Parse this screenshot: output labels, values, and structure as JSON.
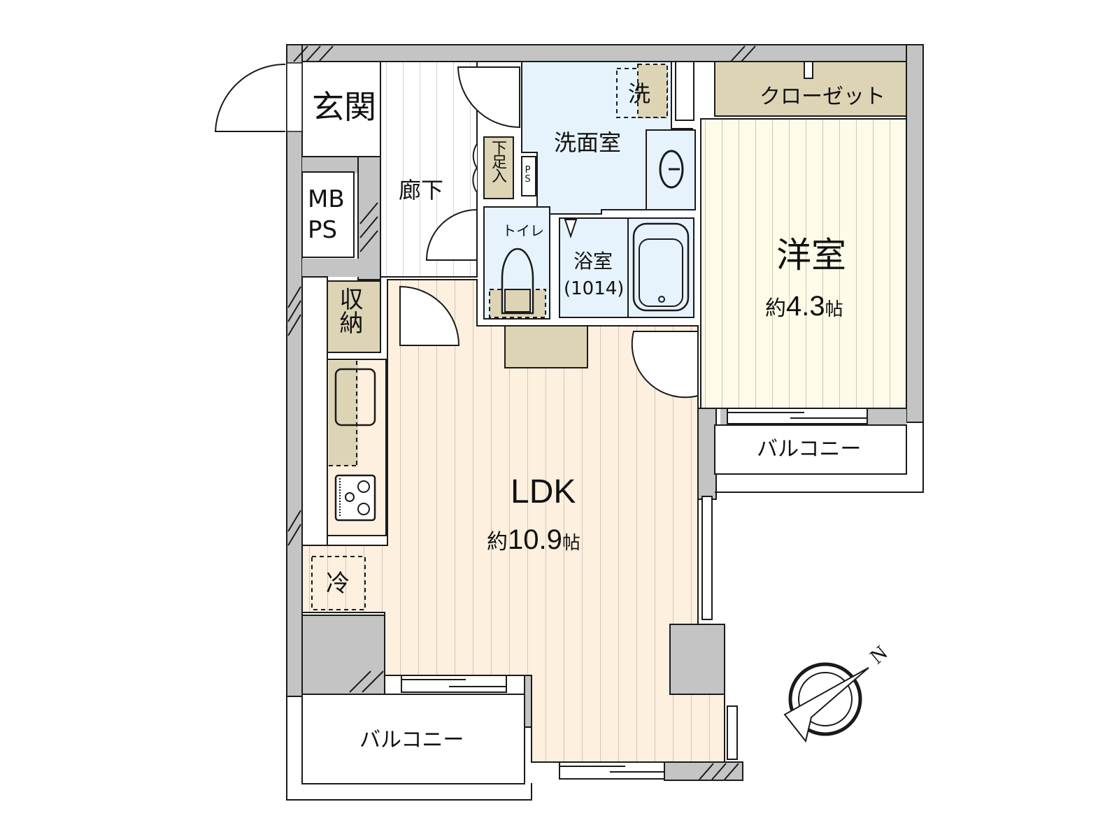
{
  "floor_plan": {
    "type": "1LDK apartment floor plan",
    "rooms": {
      "entrance": {
        "label": "玄関"
      },
      "mbps": {
        "label_line1": "MB",
        "label_line2": "PS"
      },
      "hallway": {
        "label": "廊下"
      },
      "shoe_storage": {
        "label": "下足入"
      },
      "ps": {
        "label": "PS"
      },
      "washroom": {
        "label": "洗面室"
      },
      "washing_machine": {
        "label": "洗"
      },
      "toilet": {
        "label": "トイレ"
      },
      "bathroom": {
        "label": "浴室",
        "size": "(1014)"
      },
      "closet": {
        "label": "クローゼット"
      },
      "western_room": {
        "label": "洋室",
        "area_prefix": "約",
        "area_value": "4.3",
        "area_unit": "帖"
      },
      "storage": {
        "label": "収納"
      },
      "ldk": {
        "label": "LDK",
        "area_prefix": "約",
        "area_value": "10.9",
        "area_unit": "帖"
      },
      "fridge": {
        "label": "冷"
      },
      "balcony_east": {
        "label": "バルコニー"
      },
      "balcony_south": {
        "label": "バルコニー"
      }
    },
    "compass": {
      "label": "N"
    },
    "colors": {
      "wall": "#c4c4c4",
      "wet_area": "#e6f3fc",
      "ldk_floor": "#fdf0df",
      "western_floor": "#fefbe9",
      "storage": "#ddd4b6",
      "hall_floor": "#ffffff",
      "line": "#1a1a1a",
      "stripe": "#c8c3b5"
    }
  }
}
